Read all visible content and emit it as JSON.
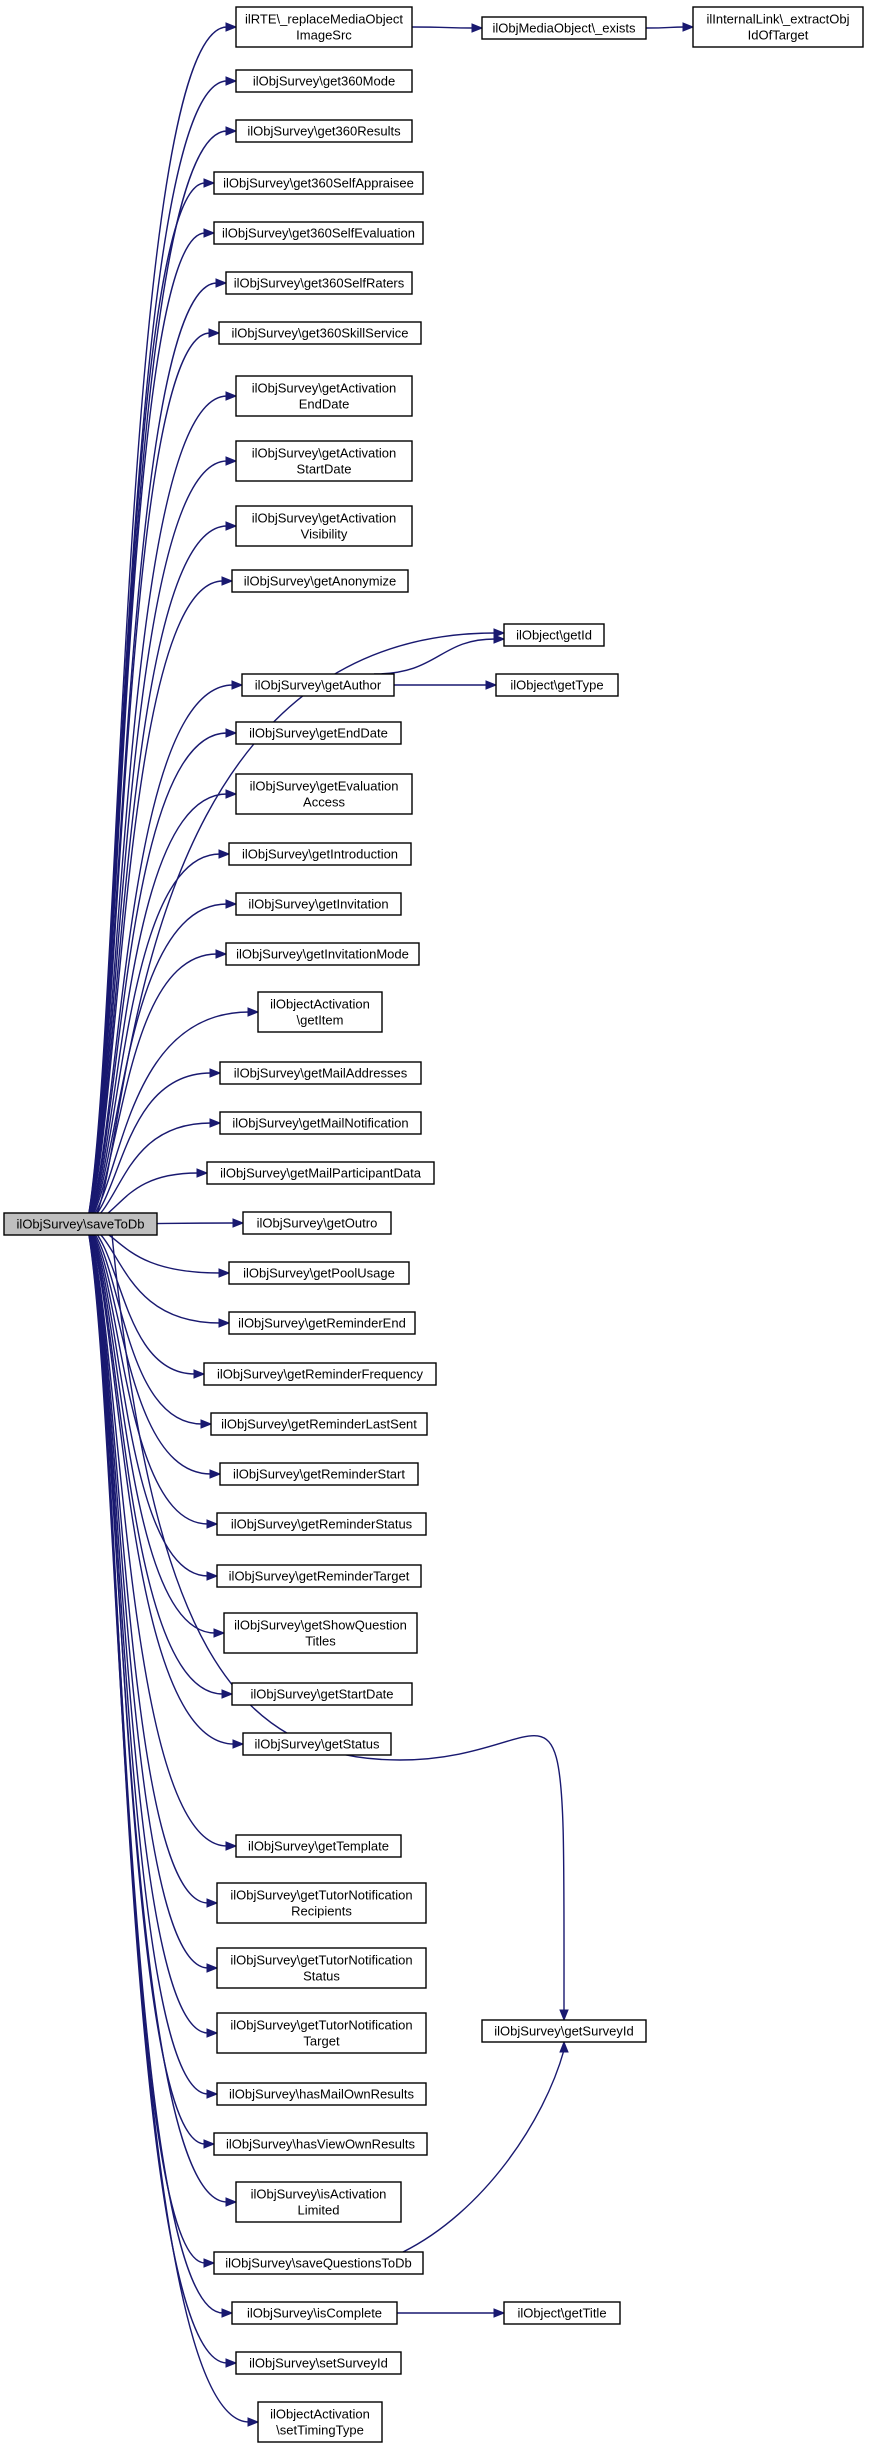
{
  "colors": {
    "edge": "#191970",
    "root_fill": "#bfbfbf",
    "node_fill": "#ffffff",
    "border": "#000000"
  },
  "root": {
    "id": "root",
    "lines": [
      "ilObjSurvey\\saveToDb"
    ]
  },
  "nodes": [
    {
      "id": "n0",
      "lines": [
        "ilRTE\\_replaceMediaObject",
        "ImageSrc"
      ]
    },
    {
      "id": "n1",
      "lines": [
        "ilObjSurvey\\get360Mode"
      ]
    },
    {
      "id": "n2",
      "lines": [
        "ilObjSurvey\\get360Results"
      ]
    },
    {
      "id": "n3",
      "lines": [
        "ilObjSurvey\\get360SelfAppraisee"
      ]
    },
    {
      "id": "n4",
      "lines": [
        "ilObjSurvey\\get360SelfEvaluation"
      ]
    },
    {
      "id": "n5",
      "lines": [
        "ilObjSurvey\\get360SelfRaters"
      ]
    },
    {
      "id": "n6",
      "lines": [
        "ilObjSurvey\\get360SkillService"
      ]
    },
    {
      "id": "n7",
      "lines": [
        "ilObjSurvey\\getActivation",
        "EndDate"
      ]
    },
    {
      "id": "n8",
      "lines": [
        "ilObjSurvey\\getActivation",
        "StartDate"
      ]
    },
    {
      "id": "n9",
      "lines": [
        "ilObjSurvey\\getActivation",
        "Visibility"
      ]
    },
    {
      "id": "n10",
      "lines": [
        "ilObjSurvey\\getAnonymize"
      ]
    },
    {
      "id": "n11",
      "lines": [
        "ilObjSurvey\\getAuthor"
      ]
    },
    {
      "id": "n12",
      "lines": [
        "ilObjSurvey\\getEndDate"
      ]
    },
    {
      "id": "n13",
      "lines": [
        "ilObjSurvey\\getEvaluation",
        "Access"
      ]
    },
    {
      "id": "n14",
      "lines": [
        "ilObjSurvey\\getIntroduction"
      ]
    },
    {
      "id": "n15",
      "lines": [
        "ilObjSurvey\\getInvitation"
      ]
    },
    {
      "id": "n16",
      "lines": [
        "ilObjSurvey\\getInvitationMode"
      ]
    },
    {
      "id": "n17",
      "lines": [
        "ilObjectActivation",
        "\\getItem"
      ]
    },
    {
      "id": "n18",
      "lines": [
        "ilObjSurvey\\getMailAddresses"
      ]
    },
    {
      "id": "n19",
      "lines": [
        "ilObjSurvey\\getMailNotification"
      ]
    },
    {
      "id": "n20",
      "lines": [
        "ilObjSurvey\\getMailParticipantData"
      ]
    },
    {
      "id": "n21",
      "lines": [
        "ilObjSurvey\\getOutro"
      ]
    },
    {
      "id": "n22",
      "lines": [
        "ilObjSurvey\\getPoolUsage"
      ]
    },
    {
      "id": "n23",
      "lines": [
        "ilObjSurvey\\getReminderEnd"
      ]
    },
    {
      "id": "n24",
      "lines": [
        "ilObjSurvey\\getReminderFrequency"
      ]
    },
    {
      "id": "n25",
      "lines": [
        "ilObjSurvey\\getReminderLastSent"
      ]
    },
    {
      "id": "n26",
      "lines": [
        "ilObjSurvey\\getReminderStart"
      ]
    },
    {
      "id": "n27",
      "lines": [
        "ilObjSurvey\\getReminderStatus"
      ]
    },
    {
      "id": "n28",
      "lines": [
        "ilObjSurvey\\getReminderTarget"
      ]
    },
    {
      "id": "n29",
      "lines": [
        "ilObjSurvey\\getShowQuestion",
        "Titles"
      ]
    },
    {
      "id": "n30",
      "lines": [
        "ilObjSurvey\\getStartDate"
      ]
    },
    {
      "id": "n31",
      "lines": [
        "ilObjSurvey\\getStatus"
      ]
    },
    {
      "id": "n32",
      "lines": [
        "ilObjSurvey\\getTemplate"
      ]
    },
    {
      "id": "n33",
      "lines": [
        "ilObjSurvey\\getTutorNotification",
        "Recipients"
      ]
    },
    {
      "id": "n34",
      "lines": [
        "ilObjSurvey\\getTutorNotification",
        "Status"
      ]
    },
    {
      "id": "n35",
      "lines": [
        "ilObjSurvey\\getTutorNotification",
        "Target"
      ]
    },
    {
      "id": "n36",
      "lines": [
        "ilObjSurvey\\hasMailOwnResults"
      ]
    },
    {
      "id": "n37",
      "lines": [
        "ilObjSurvey\\hasViewOwnResults"
      ]
    },
    {
      "id": "n38",
      "lines": [
        "ilObjSurvey\\isActivation",
        "Limited"
      ]
    },
    {
      "id": "n39",
      "lines": [
        "ilObjSurvey\\saveQuestionsToDb"
      ]
    },
    {
      "id": "n40",
      "lines": [
        "ilObjSurvey\\isComplete"
      ]
    },
    {
      "id": "n41",
      "lines": [
        "ilObjSurvey\\setSurveyId"
      ]
    },
    {
      "id": "n42",
      "lines": [
        "ilObjectActivation",
        "\\setTimingType"
      ]
    },
    {
      "id": "m0",
      "lines": [
        "ilObjMediaObject\\_exists"
      ]
    },
    {
      "id": "m1",
      "lines": [
        "ilInternalLink\\_extractObj",
        "IdOfTarget"
      ]
    },
    {
      "id": "m2",
      "lines": [
        "ilObject\\getId"
      ]
    },
    {
      "id": "m3",
      "lines": [
        "ilObject\\getType"
      ]
    },
    {
      "id": "m4",
      "lines": [
        "ilObjSurvey\\getSurveyId"
      ]
    },
    {
      "id": "m5",
      "lines": [
        "ilObject\\getTitle"
      ]
    }
  ],
  "edges": [
    [
      "root",
      "n0"
    ],
    [
      "root",
      "n1"
    ],
    [
      "root",
      "n2"
    ],
    [
      "root",
      "n3"
    ],
    [
      "root",
      "n4"
    ],
    [
      "root",
      "n5"
    ],
    [
      "root",
      "n6"
    ],
    [
      "root",
      "n7"
    ],
    [
      "root",
      "n8"
    ],
    [
      "root",
      "n9"
    ],
    [
      "root",
      "n10"
    ],
    [
      "root",
      "m2"
    ],
    [
      "root",
      "n11"
    ],
    [
      "root",
      "n12"
    ],
    [
      "root",
      "n13"
    ],
    [
      "root",
      "n14"
    ],
    [
      "root",
      "n15"
    ],
    [
      "root",
      "n16"
    ],
    [
      "root",
      "n17"
    ],
    [
      "root",
      "n18"
    ],
    [
      "root",
      "n19"
    ],
    [
      "root",
      "n20"
    ],
    [
      "root",
      "n21"
    ],
    [
      "root",
      "n22"
    ],
    [
      "root",
      "n23"
    ],
    [
      "root",
      "n24"
    ],
    [
      "root",
      "n25"
    ],
    [
      "root",
      "n26"
    ],
    [
      "root",
      "n27"
    ],
    [
      "root",
      "n28"
    ],
    [
      "root",
      "n29"
    ],
    [
      "root",
      "n30"
    ],
    [
      "root",
      "n31"
    ],
    [
      "root",
      "m4"
    ],
    [
      "root",
      "n32"
    ],
    [
      "root",
      "n33"
    ],
    [
      "root",
      "n34"
    ],
    [
      "root",
      "n35"
    ],
    [
      "root",
      "n36"
    ],
    [
      "root",
      "n37"
    ],
    [
      "root",
      "n38"
    ],
    [
      "root",
      "n39"
    ],
    [
      "root",
      "n40"
    ],
    [
      "root",
      "n41"
    ],
    [
      "root",
      "n42"
    ],
    [
      "n0",
      "m0"
    ],
    [
      "m0",
      "m1"
    ],
    [
      "n11",
      "m2"
    ],
    [
      "n11",
      "m3"
    ],
    [
      "n39",
      "m4"
    ],
    [
      "n40",
      "m5"
    ]
  ]
}
